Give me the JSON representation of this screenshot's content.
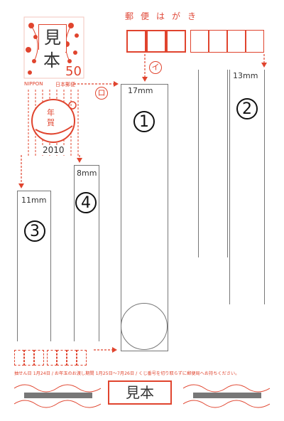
{
  "header": {
    "title": "郵便はがき"
  },
  "stamp": {
    "sample_text_top": "見",
    "sample_text_bottom": "本",
    "value": "50",
    "nippon": "NIPPON",
    "nippon_jp": "日本郵便"
  },
  "postmark": {
    "line1": "年",
    "line2": "賀",
    "year": "2010"
  },
  "markers": {
    "i": "イ",
    "ro": "ロ"
  },
  "columns": {
    "c1": {
      "mm": "17mm",
      "num": "1"
    },
    "c2": {
      "mm": "13mm",
      "num": "2"
    },
    "c3": {
      "mm": "11mm",
      "num": "3"
    },
    "c4": {
      "mm": "8mm",
      "num": "4"
    }
  },
  "footer": {
    "notice": "抽せん日 1月24日 / お年玉のお渡し期間 1月25日～7月26日 / くじ番号を切り取らずに郵便局へお持ちください。",
    "sample": "見本"
  },
  "colors": {
    "accent": "#e0442e"
  }
}
